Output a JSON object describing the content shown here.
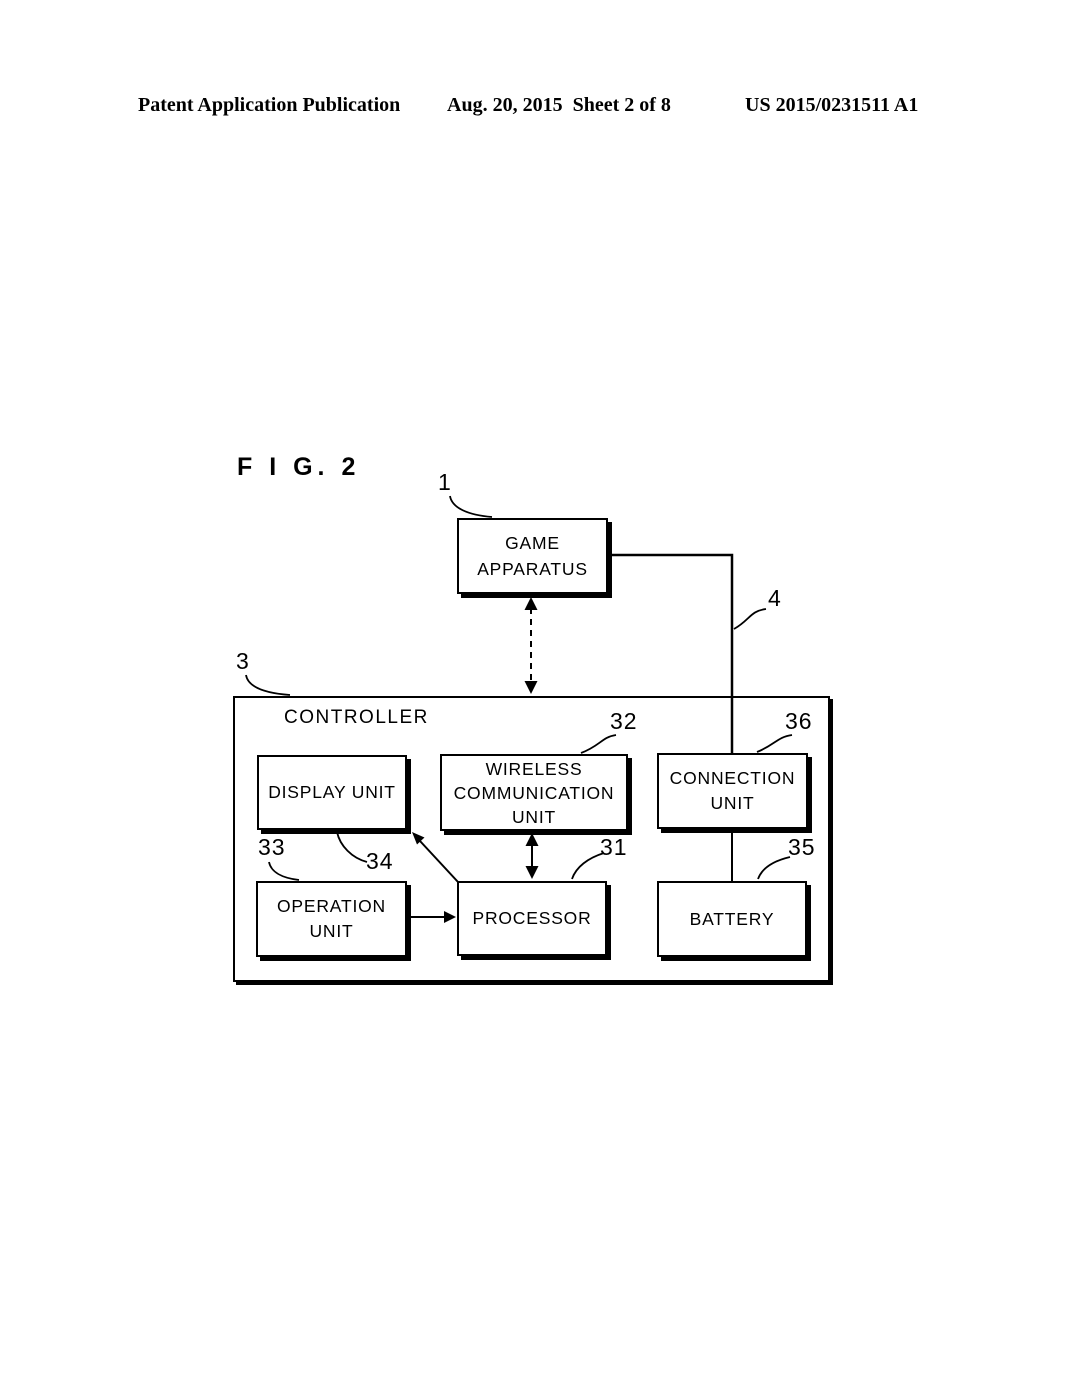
{
  "page": {
    "header": {
      "publication": "Patent Application Publication",
      "date_sheet": "Aug. 20, 2015  Sheet 2 of 8",
      "patent_number": "US 2015/0231511 A1"
    },
    "figure_label": "F I G. 2"
  },
  "colors": {
    "ink": "#000000",
    "paper": "#ffffff"
  },
  "diagram": {
    "game_apparatus": {
      "lines": [
        "GAME",
        "APPARATUS"
      ]
    },
    "controller": {
      "title": "CONTROLLER"
    },
    "display_unit": {
      "lines": [
        "DISPLAY UNIT"
      ]
    },
    "wireless_communication_unit": {
      "lines": [
        "WIRELESS",
        "COMMUNICATION",
        "UNIT"
      ]
    },
    "connection_unit": {
      "lines": [
        "CONNECTION",
        "UNIT"
      ]
    },
    "operation_unit": {
      "lines": [
        "OPERATION",
        "UNIT"
      ]
    },
    "processor": {
      "lines": [
        "PROCESSOR"
      ]
    },
    "battery": {
      "lines": [
        "BATTERY"
      ]
    },
    "refs": {
      "game_apparatus": "1",
      "controller": "3",
      "wired_link": "4",
      "processor": "31",
      "wireless_communication_unit": "32",
      "operation_unit": "33",
      "display_unit": "34",
      "battery": "35",
      "connection_unit": "36"
    }
  }
}
